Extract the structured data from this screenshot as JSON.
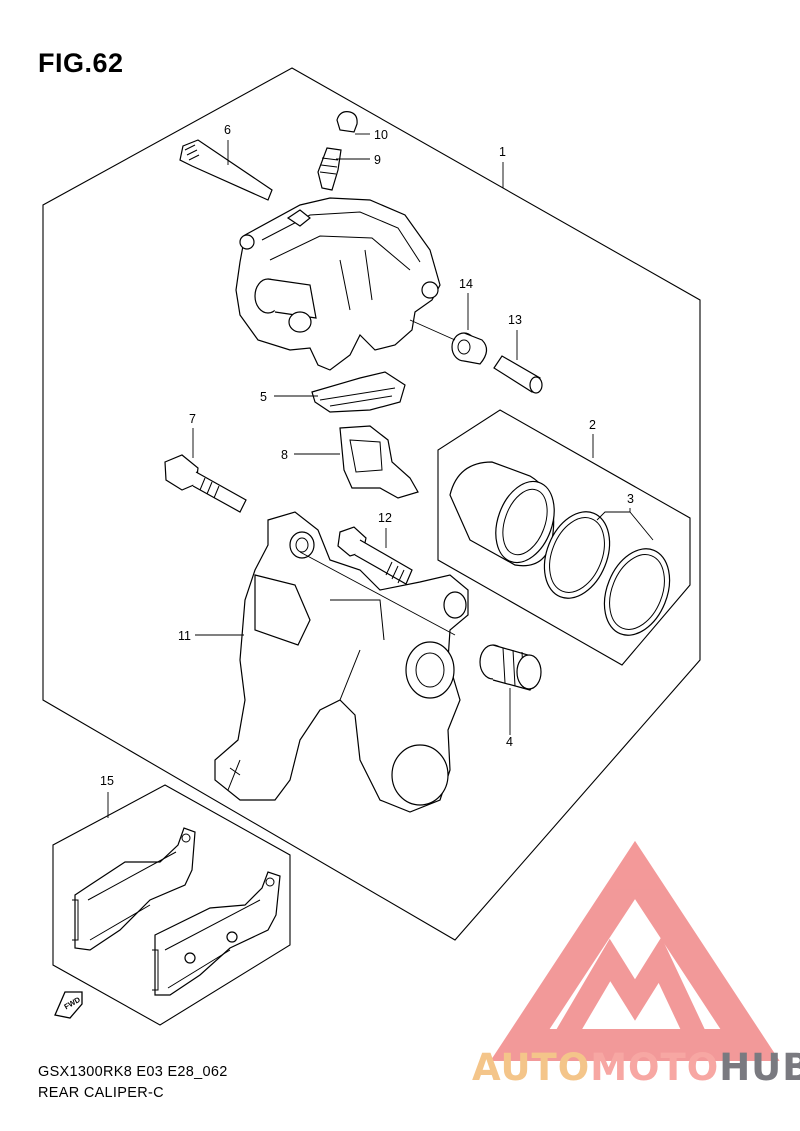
{
  "figure": {
    "title": "FIG.62"
  },
  "footer": {
    "model_code": "GSX1300RK8 E03 E28_062",
    "section_name": "REAR CALIPER-C"
  },
  "callouts": {
    "c1": "1",
    "c2": "2",
    "c3": "3",
    "c4": "4",
    "c5": "5",
    "c6": "6",
    "c7": "7",
    "c8": "8",
    "c9": "9",
    "c10": "10",
    "c11": "11",
    "c12": "12",
    "c13": "13",
    "c14": "14",
    "c15": "15"
  },
  "fwd_label": "FWD",
  "watermark": {
    "part1": "AUTO",
    "part2": "MOTO",
    "part3": "HUB",
    "colors": {
      "logo_red": "#f08080",
      "auto": "#f4c58a",
      "moto": "#f7a7a3",
      "hub": "#7a7a80"
    }
  }
}
